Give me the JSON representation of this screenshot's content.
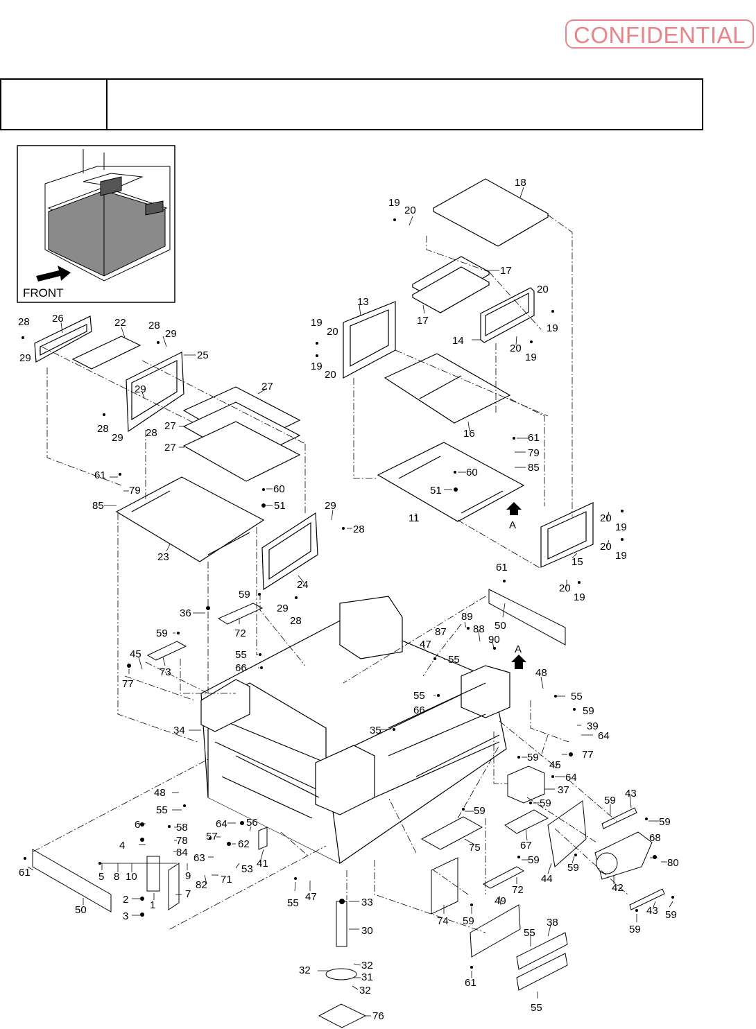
{
  "stamp": {
    "text": "CONFIDENTIAL",
    "color": "#e8848a"
  },
  "header": {
    "section_code": "",
    "section_title": ""
  },
  "inset": {
    "front_label": "FRONT"
  },
  "view_marker": "A",
  "callouts": {
    "c18": "18",
    "c19a": "19",
    "c20a": "20",
    "c17a": "17",
    "c17b": "17",
    "c20b": "20",
    "c19b": "19",
    "c14": "14",
    "c20c": "20",
    "c19c": "19",
    "c13": "13",
    "c19d": "19",
    "c20d": "20",
    "c19e": "19",
    "c20e": "20",
    "c16": "16",
    "c61a": "61",
    "c79a": "79",
    "c85a": "85",
    "c60a": "60",
    "c51a": "51",
    "c11": "11",
    "cA1": "A",
    "c20f": "20",
    "c19f": "19",
    "c20g": "20",
    "c19g": "19",
    "c15": "15",
    "c20h": "20",
    "c19h": "19",
    "c28a": "28",
    "c26": "26",
    "c22": "22",
    "c28b": "28",
    "c29a": "29",
    "c25": "25",
    "c29b": "29",
    "c27a": "27",
    "c29c": "29",
    "c28c": "28",
    "c28d": "28",
    "c29d": "29",
    "c27b": "27",
    "c27c": "27",
    "c61b": "61",
    "c79b": "79",
    "c85b": "85",
    "c60b": "60",
    "c51b": "51",
    "c29e": "29",
    "c28e": "28",
    "c23": "23",
    "c24": "24",
    "c59a": "59",
    "c29f": "29",
    "c28f": "28",
    "c72a": "72",
    "c36": "36",
    "c59b": "59",
    "c73": "73",
    "c45a": "45",
    "c77a": "77",
    "c55a": "55",
    "c66a": "66",
    "c61c": "61",
    "c50a": "50",
    "c89": "89",
    "c87": "87",
    "c88": "88",
    "c90": "90",
    "c47a": "47",
    "c55b": "55",
    "cA2": "A",
    "c48a": "48",
    "c55c": "55",
    "c55d": "55",
    "c66b": "66",
    "c59c": "59",
    "c39": "39",
    "c64a": "64",
    "c34": "34",
    "c35": "35",
    "c77b": "77",
    "c45b": "45",
    "c59d": "59",
    "c64b": "64",
    "c37": "37",
    "c48b": "48",
    "c55e": "55",
    "c59e": "59",
    "c59f": "59",
    "c43a": "43",
    "c59g": "59",
    "c6": "6",
    "c58": "58",
    "c64c": "64",
    "c56": "56",
    "c4": "4",
    "c78": "78",
    "c57": "57",
    "c62": "62",
    "c84": "84",
    "c63": "63",
    "c41": "41",
    "c53": "53",
    "c61d": "61",
    "c5": "5",
    "c8": "8",
    "c10": "10",
    "c9": "9",
    "c71": "71",
    "c82": "82",
    "c7": "7",
    "c2": "2",
    "c1": "1",
    "c3": "3",
    "c50b": "50",
    "c55f": "55",
    "c47b": "47",
    "c33": "33",
    "c30": "30",
    "c75": "75",
    "c67": "67",
    "c68": "68",
    "c80": "80",
    "c44": "44",
    "c59h": "59",
    "c42": "42",
    "c59i": "59",
    "c72b": "72",
    "c74": "74",
    "c59j": "59",
    "c49": "49",
    "c43b": "43",
    "c59k": "59",
    "c59l": "59",
    "c55g": "55",
    "c38": "38",
    "c32a": "32",
    "c32b": "32",
    "c31": "31",
    "c32c": "32",
    "c61e": "61",
    "c55h": "55",
    "c76": "76"
  }
}
